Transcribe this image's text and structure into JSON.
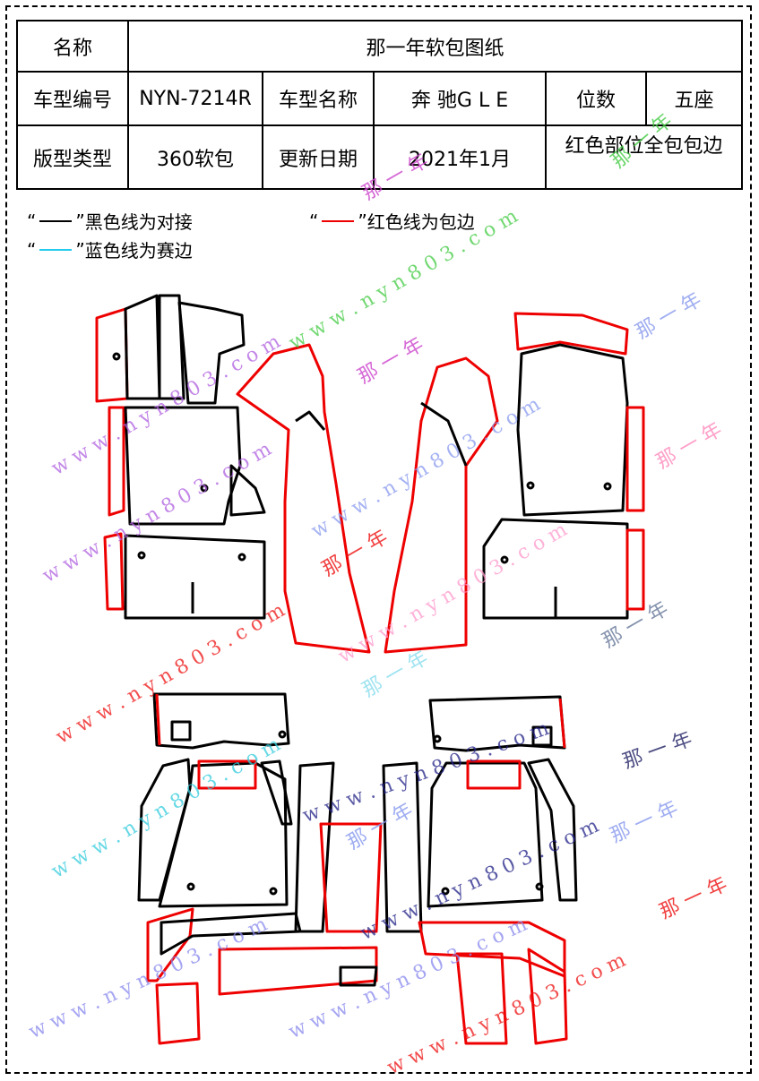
{
  "spec": {
    "name_label": "名称",
    "name_value": "那一年软包图纸",
    "model_code_label": "车型编号",
    "model_code_value": "NYN-7214R",
    "model_name_label": "车型名称",
    "model_name_value": "奔 驰G L E",
    "seats_label": "位数",
    "seats_value": "五座",
    "type_label": "版型类型",
    "type_value": "360软包",
    "date_label": "更新日期",
    "date_value": "2021年1月",
    "note": "红色部位全包包边"
  },
  "legend": {
    "black_text": "黑色线为对接",
    "red_text": "红色线为包边",
    "blue_text": "蓝色线为赛边",
    "quote_open": "“",
    "quote_close": "”",
    "black_color": "#000000",
    "red_color": "#ee0000",
    "blue_color": "#22ccee"
  },
  "watermarks": {
    "url": "w w w . n y n 8 0 3 . c o m",
    "brand": "那 一 年"
  }
}
